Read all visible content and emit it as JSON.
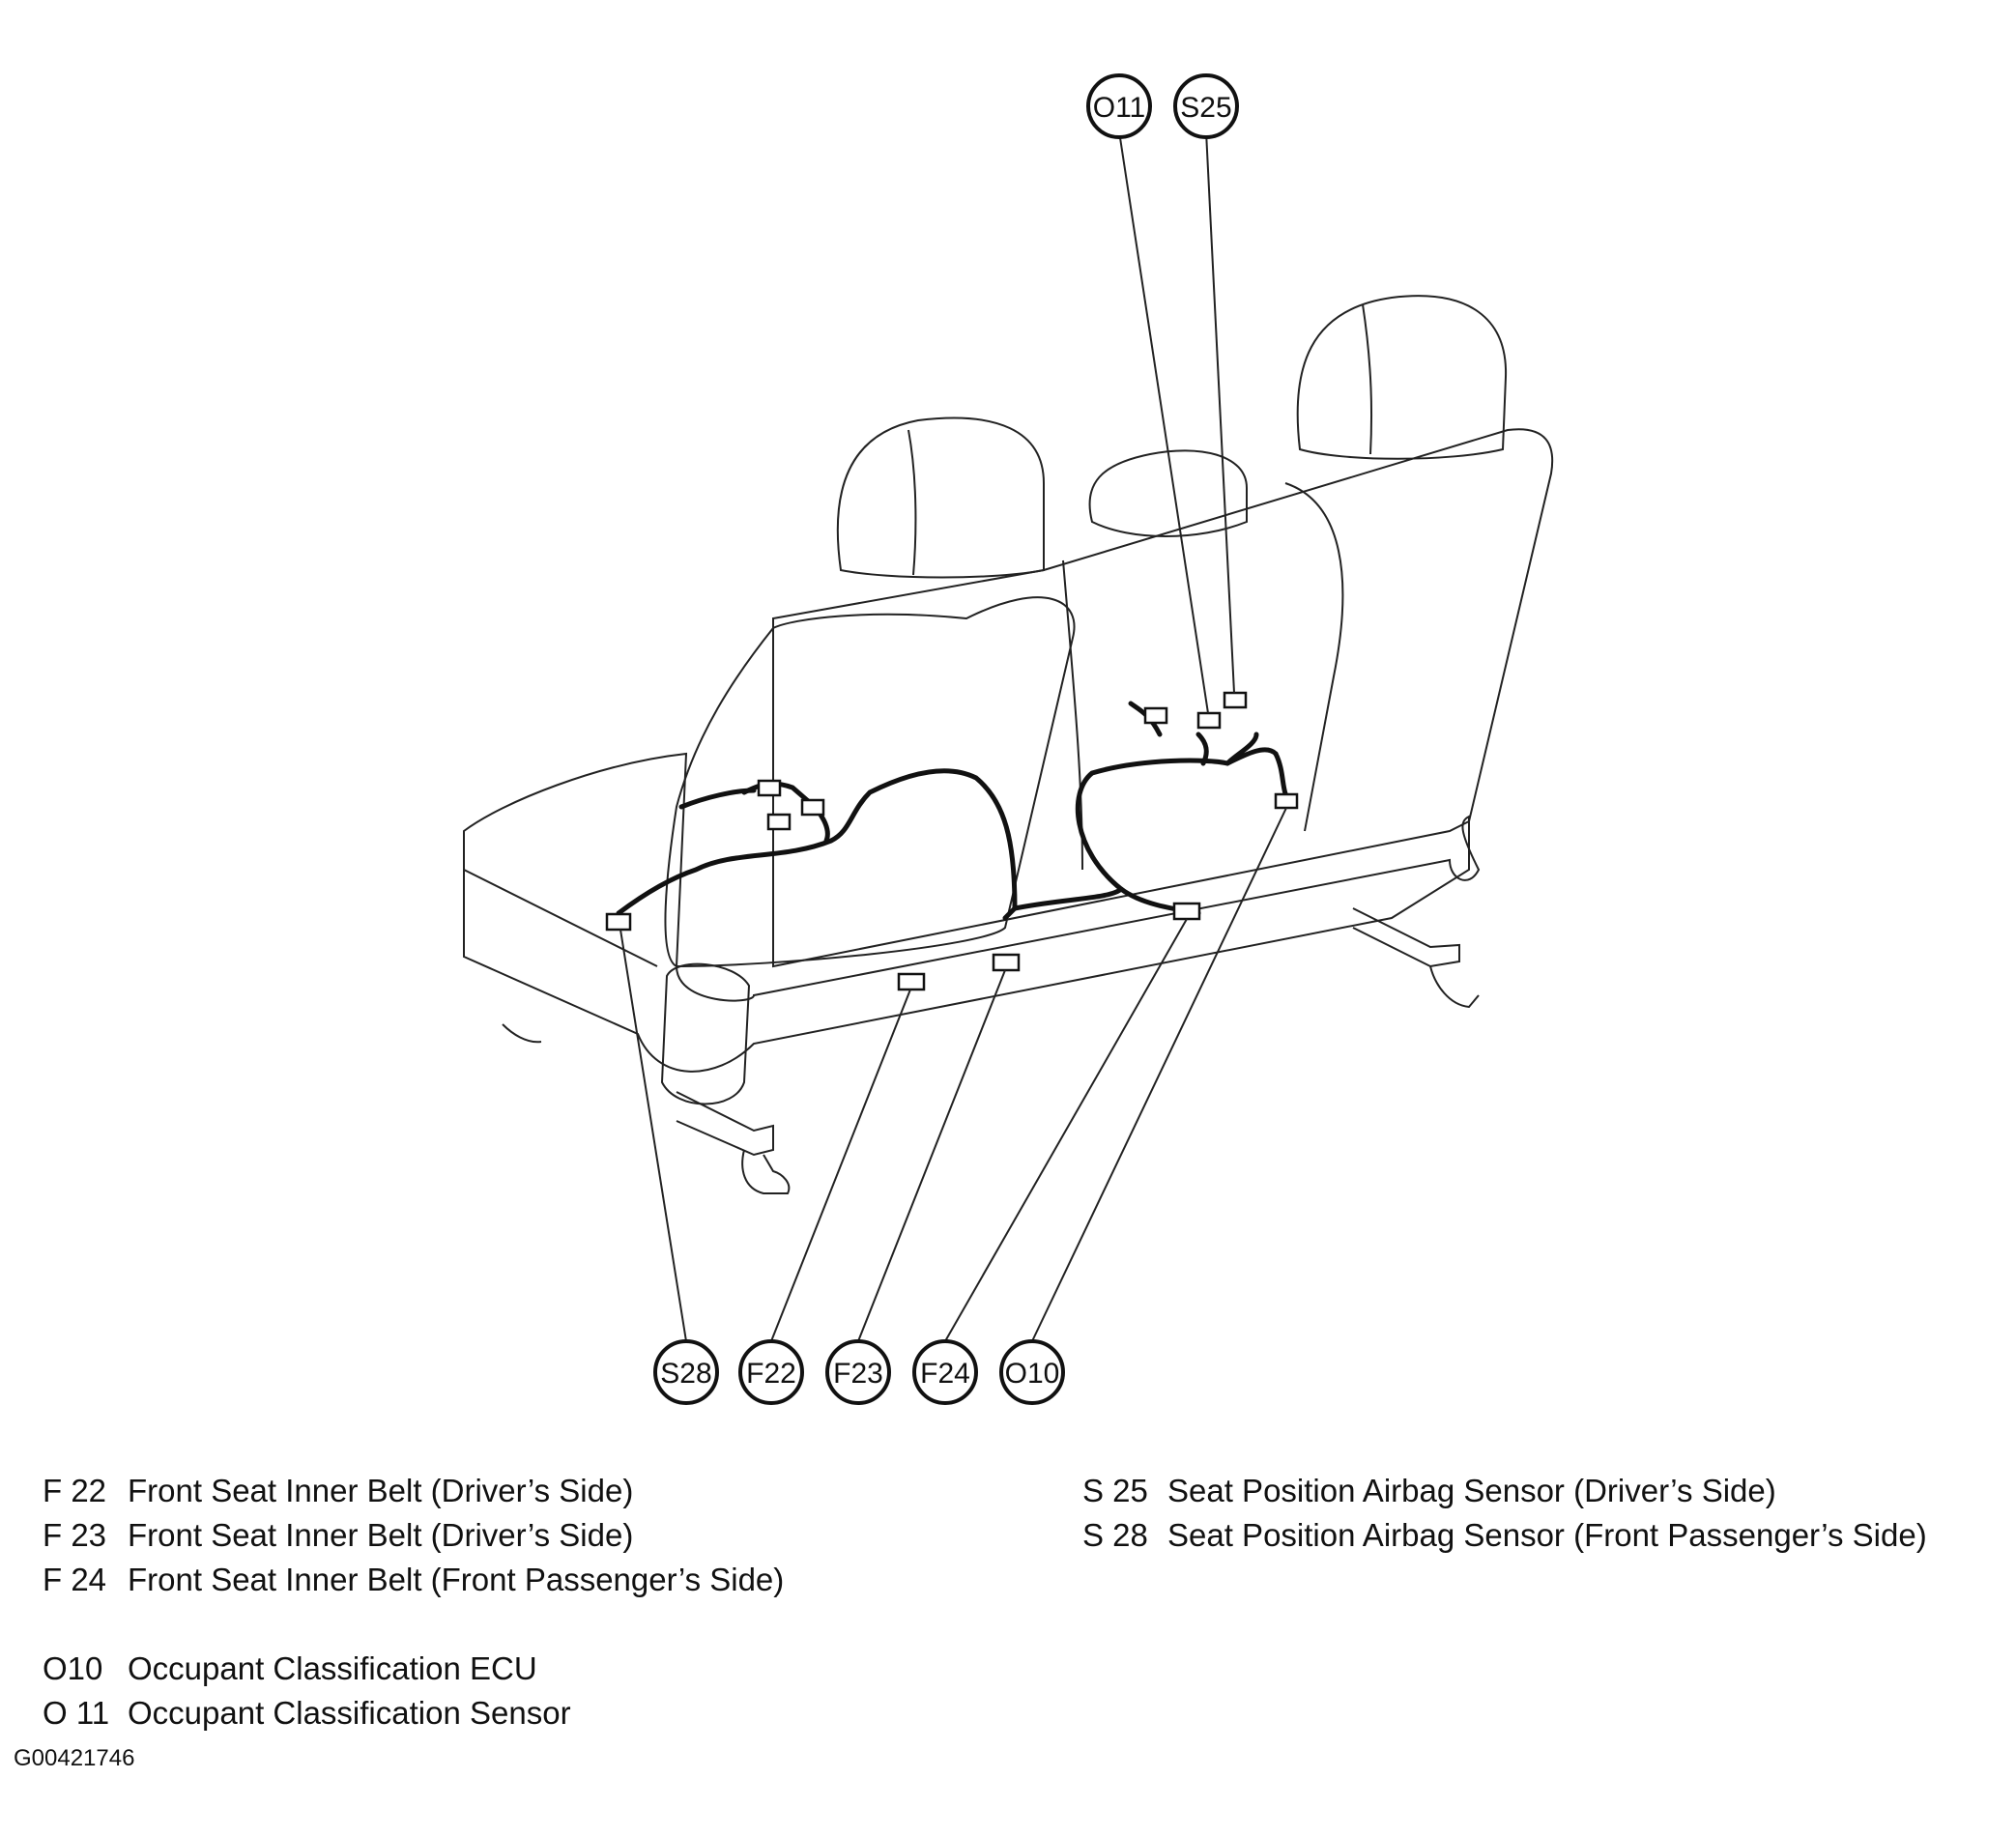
{
  "callouts": {
    "top": [
      "O11",
      "S25"
    ],
    "bottom": [
      "S28",
      "F22",
      "F23",
      "F24",
      "O10"
    ]
  },
  "legend": {
    "left": [
      {
        "code": "F 22",
        "text": "Front Seat Inner Belt (Driver’s Side)"
      },
      {
        "code": "F 23",
        "text": "Front Seat Inner Belt (Driver’s Side)"
      },
      {
        "code": "F 24",
        "text": "Front Seat Inner Belt (Front Passenger’s Side)"
      },
      {
        "code": "O10",
        "text": "Occupant Classification ECU"
      },
      {
        "code": "O 11",
        "text": "Occupant Classification Sensor"
      }
    ],
    "right": [
      {
        "code": "S 25",
        "text": "Seat Position Airbag Sensor (Driver’s Side)"
      },
      {
        "code": "S 28",
        "text": "Seat Position Airbag Sensor (Front Passenger’s Side)"
      }
    ]
  },
  "figure_id": "G00421746"
}
